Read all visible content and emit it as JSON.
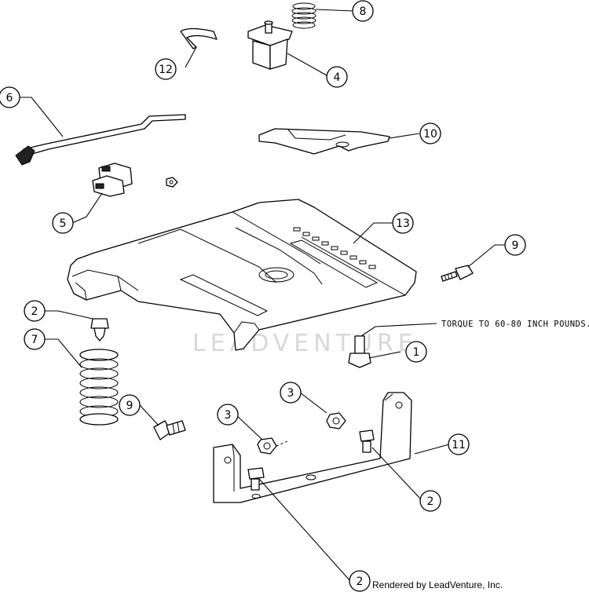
{
  "callouts": [
    {
      "id": "c8",
      "label": "8"
    },
    {
      "id": "c12",
      "label": "12"
    },
    {
      "id": "c4",
      "label": "4"
    },
    {
      "id": "c6",
      "label": "6"
    },
    {
      "id": "c10",
      "label": "10"
    },
    {
      "id": "c5",
      "label": "5"
    },
    {
      "id": "c13",
      "label": "13"
    },
    {
      "id": "c9a",
      "label": "9"
    },
    {
      "id": "c2a",
      "label": "2"
    },
    {
      "id": "c7",
      "label": "7"
    },
    {
      "id": "c1",
      "label": "1"
    },
    {
      "id": "c3a",
      "label": "3"
    },
    {
      "id": "c9b",
      "label": "9"
    },
    {
      "id": "c3b",
      "label": "3"
    },
    {
      "id": "c11",
      "label": "11"
    },
    {
      "id": "c2b",
      "label": "2"
    },
    {
      "id": "c2c",
      "label": "2"
    }
  ],
  "torque_note": "TORQUE TO 60-80 INCH POUNDS.",
  "watermark": "LEADVENTURE",
  "credit": "Rendered by LeadVenture, Inc."
}
